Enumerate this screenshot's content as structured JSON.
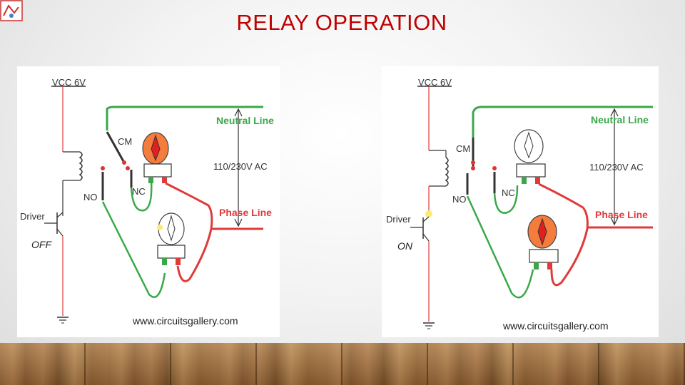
{
  "slide": {
    "title": "RELAY OPERATION"
  },
  "diagrams": [
    {
      "state": "OFF",
      "vcc": "VCC 6V",
      "neutral": "Neutral Line",
      "phase": "Phase Line",
      "voltage": "110/230V AC",
      "cm": "CM",
      "nc": "NC",
      "no": "NO",
      "driver": "Driver",
      "url": "www.circuitsgallery.com",
      "lit_lamp": "top"
    },
    {
      "state": "ON",
      "vcc": "VCC 6V",
      "neutral": "Neutral Line",
      "phase": "Phase Line",
      "voltage": "110/230V AC",
      "cm": "CM",
      "nc": "NC",
      "no": "NO",
      "driver": "Driver",
      "url": "www.circuitsgallery.com",
      "lit_lamp": "bottom"
    }
  ],
  "colors": {
    "title": "#c00000",
    "neutral_wire": "#3aa84a",
    "phase_wire": "#e03a3a",
    "lamp_on": "#f47c3c",
    "lamp_flame": "#e02020"
  }
}
